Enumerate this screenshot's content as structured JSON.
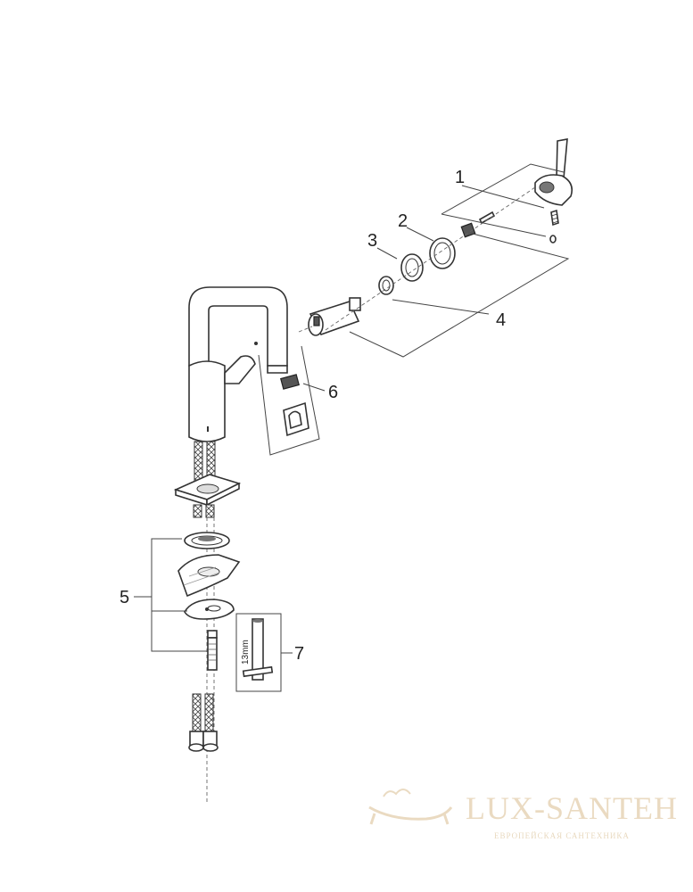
{
  "callouts": {
    "c1": "1",
    "c2": "2",
    "c3": "3",
    "c4": "4",
    "c5": "5",
    "c6": "6",
    "c7": "7"
  },
  "tool": {
    "size_label": "13mm"
  },
  "watermark": {
    "brand": "LUX-SANTEH",
    "tagline": "ЕВРОПЕЙСКАЯ САНТЕХНИКА"
  },
  "colors": {
    "line": "#333333",
    "watermark": "#e8d7bb"
  }
}
